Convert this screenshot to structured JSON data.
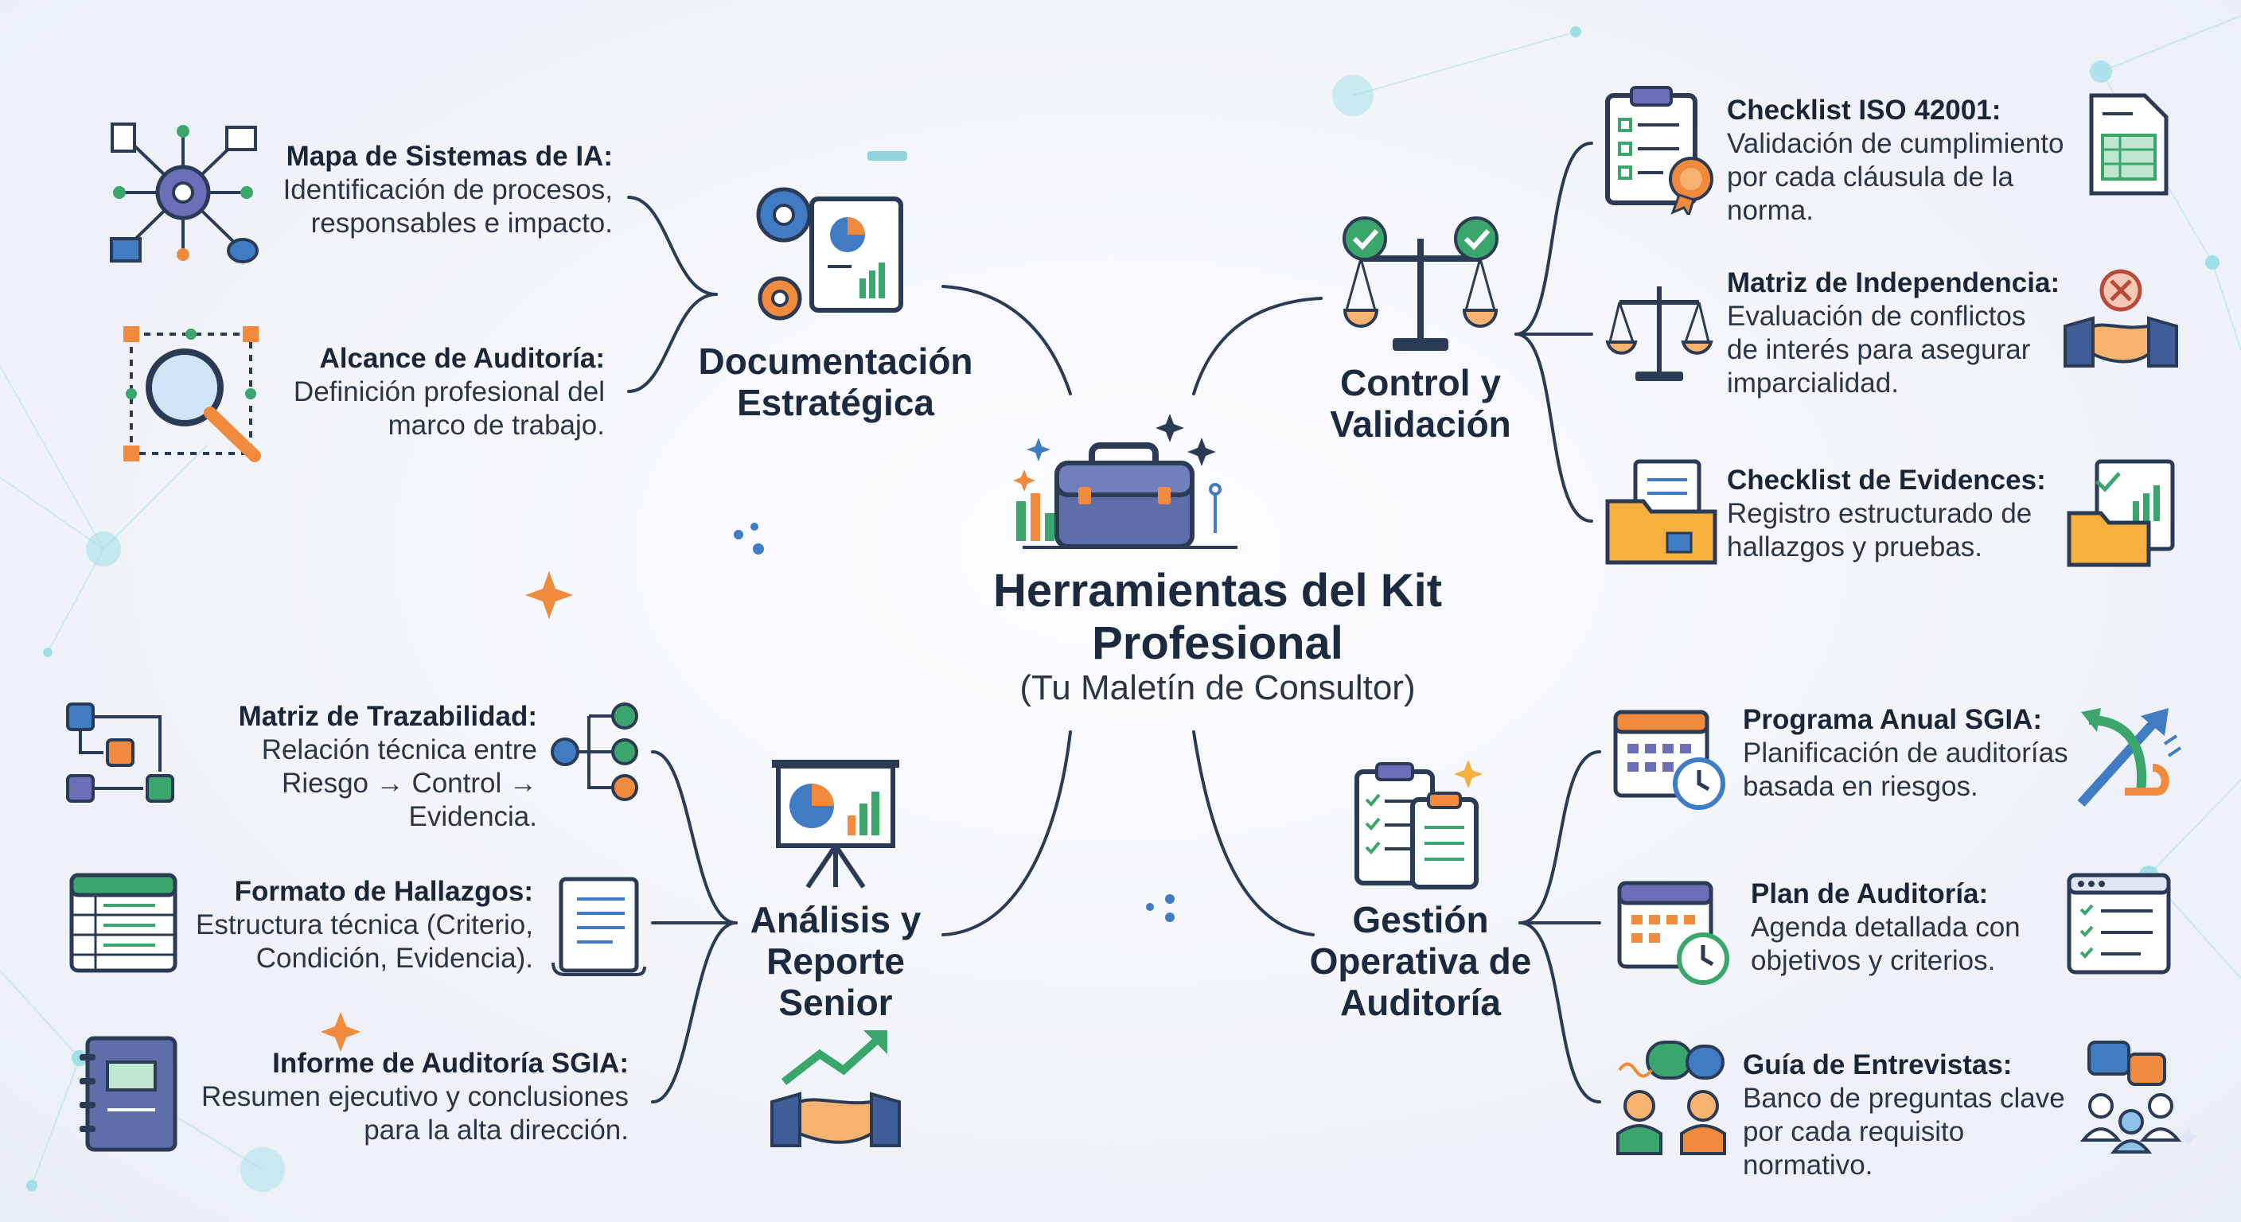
{
  "center": {
    "title": "Herramientas del Kit Profesional",
    "subtitle": "(Tu Maletín de Consultor)"
  },
  "categories": {
    "documentacion": "Documentación Estratégica",
    "control": "Control y Validación",
    "analisis": "Análisis y Reporte Senior",
    "gestion": "Gestión Operativa de Auditoría"
  },
  "tools": {
    "mapa": {
      "title": "Mapa de Sistemas de IA:",
      "desc": "Identificación de procesos, responsables e impacto."
    },
    "alcance": {
      "title": "Alcance de Auditoría:",
      "desc": "Definición profesional del marco de trabajo."
    },
    "iso": {
      "title": "Checklist ISO 42001:",
      "desc": "Validación de cumplimiento por cada cláusula de la norma."
    },
    "independencia": {
      "title": "Matriz de Independencia:",
      "desc": "Evaluación de conflictos de interés para asegurar imparcialidad."
    },
    "evidences": {
      "title": "Checklist de Evidences:",
      "desc": "Registro estructurado de hallazgos y pruebas."
    },
    "trazabilidad": {
      "title": "Matriz de Trazabilidad:",
      "desc": "Relación técnica entre Riesgo → Control → Evidencia."
    },
    "hallazgos": {
      "title": "Formato de Hallazgos:",
      "desc": "Estructura técnica (Criterio, Condición, Evidencia)."
    },
    "informe": {
      "title": "Informe de Auditoría SGIA:",
      "desc": "Resumen ejecutivo y conclusiones para la alta dirección."
    },
    "programa": {
      "title": "Programa Anual SGIA:",
      "desc": "Planificación de auditorías basada en riesgos."
    },
    "plan": {
      "title": "Plan de Auditoría:",
      "desc": "Agenda detallada con objetivos y criterios."
    },
    "guia": {
      "title": "Guía de Entrevistas:",
      "desc": "Banco de preguntas clave por cada requisito normativo."
    }
  },
  "icons": {
    "center": "briefcase-icon",
    "documentacion": "gears-document-icon",
    "control": "balance-scale-check-icon",
    "analisis": "presentation-board-icon",
    "gestion": "clipboard-checklist-icon"
  },
  "colors": {
    "navy": "#2b3a55",
    "blue": "#3f7cc4",
    "orange": "#f08a3c",
    "green": "#3aa66b",
    "purple": "#6c6fb8"
  }
}
